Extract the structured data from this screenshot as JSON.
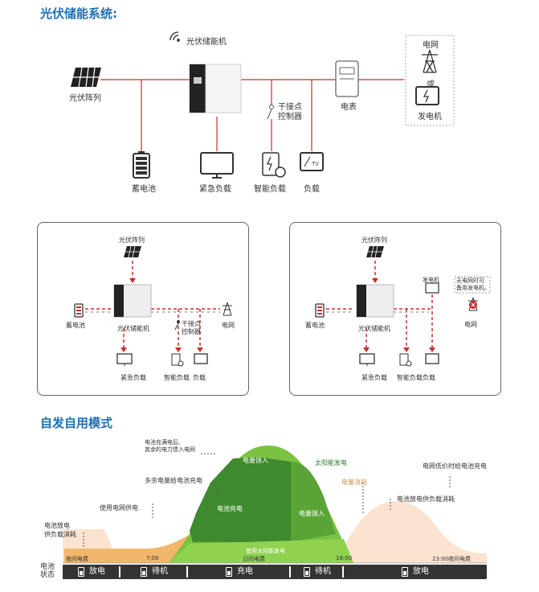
{
  "title_pv": "光伏储能系统:",
  "title_self": "自发自用模式",
  "top": {
    "pv_array": "光伏阵列",
    "inverter": "光伏储能机",
    "meter": "电表",
    "grid": "电网",
    "or": "或",
    "generator": "发电机",
    "dry_contact": "干接点\n控制器",
    "battery": "蓄电池",
    "emergency_load": "紧急负载",
    "smart_load": "智能负载",
    "load": "负载"
  },
  "left_panel": {
    "pv_array": "光伏阵列",
    "battery": "蓄电池",
    "inverter": "光伏储能机",
    "dry_contact": "干接点\n控制器",
    "grid": "电网",
    "emergency_load": "紧急负载",
    "smart_load": "智能负载",
    "load": "负载"
  },
  "right_panel": {
    "pv_array": "光伏阵列",
    "generator": "发电机",
    "note": "无电网时可\n备用发电机。",
    "battery": "蓄电池",
    "inverter": "光伏储能机",
    "grid": "电网",
    "emergency_load": "紧急负载",
    "smart_load": "智能负载",
    "load": "负载"
  },
  "chart": {
    "ann_full": "电池充满电后,\n其余的电力馈入电网",
    "ann_feed1": "电量馈入",
    "ann_solar": "太阳能发电",
    "ann_consume": "电量消耗",
    "ann_excess": "多余电量给电池充电",
    "ann_grid_sup": "使用电网供电",
    "ann_charge": "电池充电",
    "ann_feed2": "电量馈入",
    "ann_dis_eve": "电池放电供负载消耗",
    "ann_lowprice": "电网低价时给电池充电",
    "ann_dis_morn": "电池放电\n供负载消耗",
    "ann_use_solar": "使用太阳能发电",
    "t_night_price": "夜间电费",
    "t_700": "7:00",
    "t_day_price": "日间电费",
    "t_1800": "18:00",
    "t_2300": "23:00夜间电费",
    "status_label": "电池\n状态",
    "status": [
      "放电",
      "待机",
      "充电",
      "待机",
      "放电"
    ]
  },
  "colors": {
    "title": "#1f6fb2",
    "red_line": "#c9302c",
    "green_light": "#7cc242",
    "green_dark": "#3f8a2e",
    "green_mid": "#5aa437",
    "orange": "#f2b66b",
    "peach": "#fbe3cf",
    "solar_label": "#2e7d32",
    "consume_label": "#c8945a"
  }
}
